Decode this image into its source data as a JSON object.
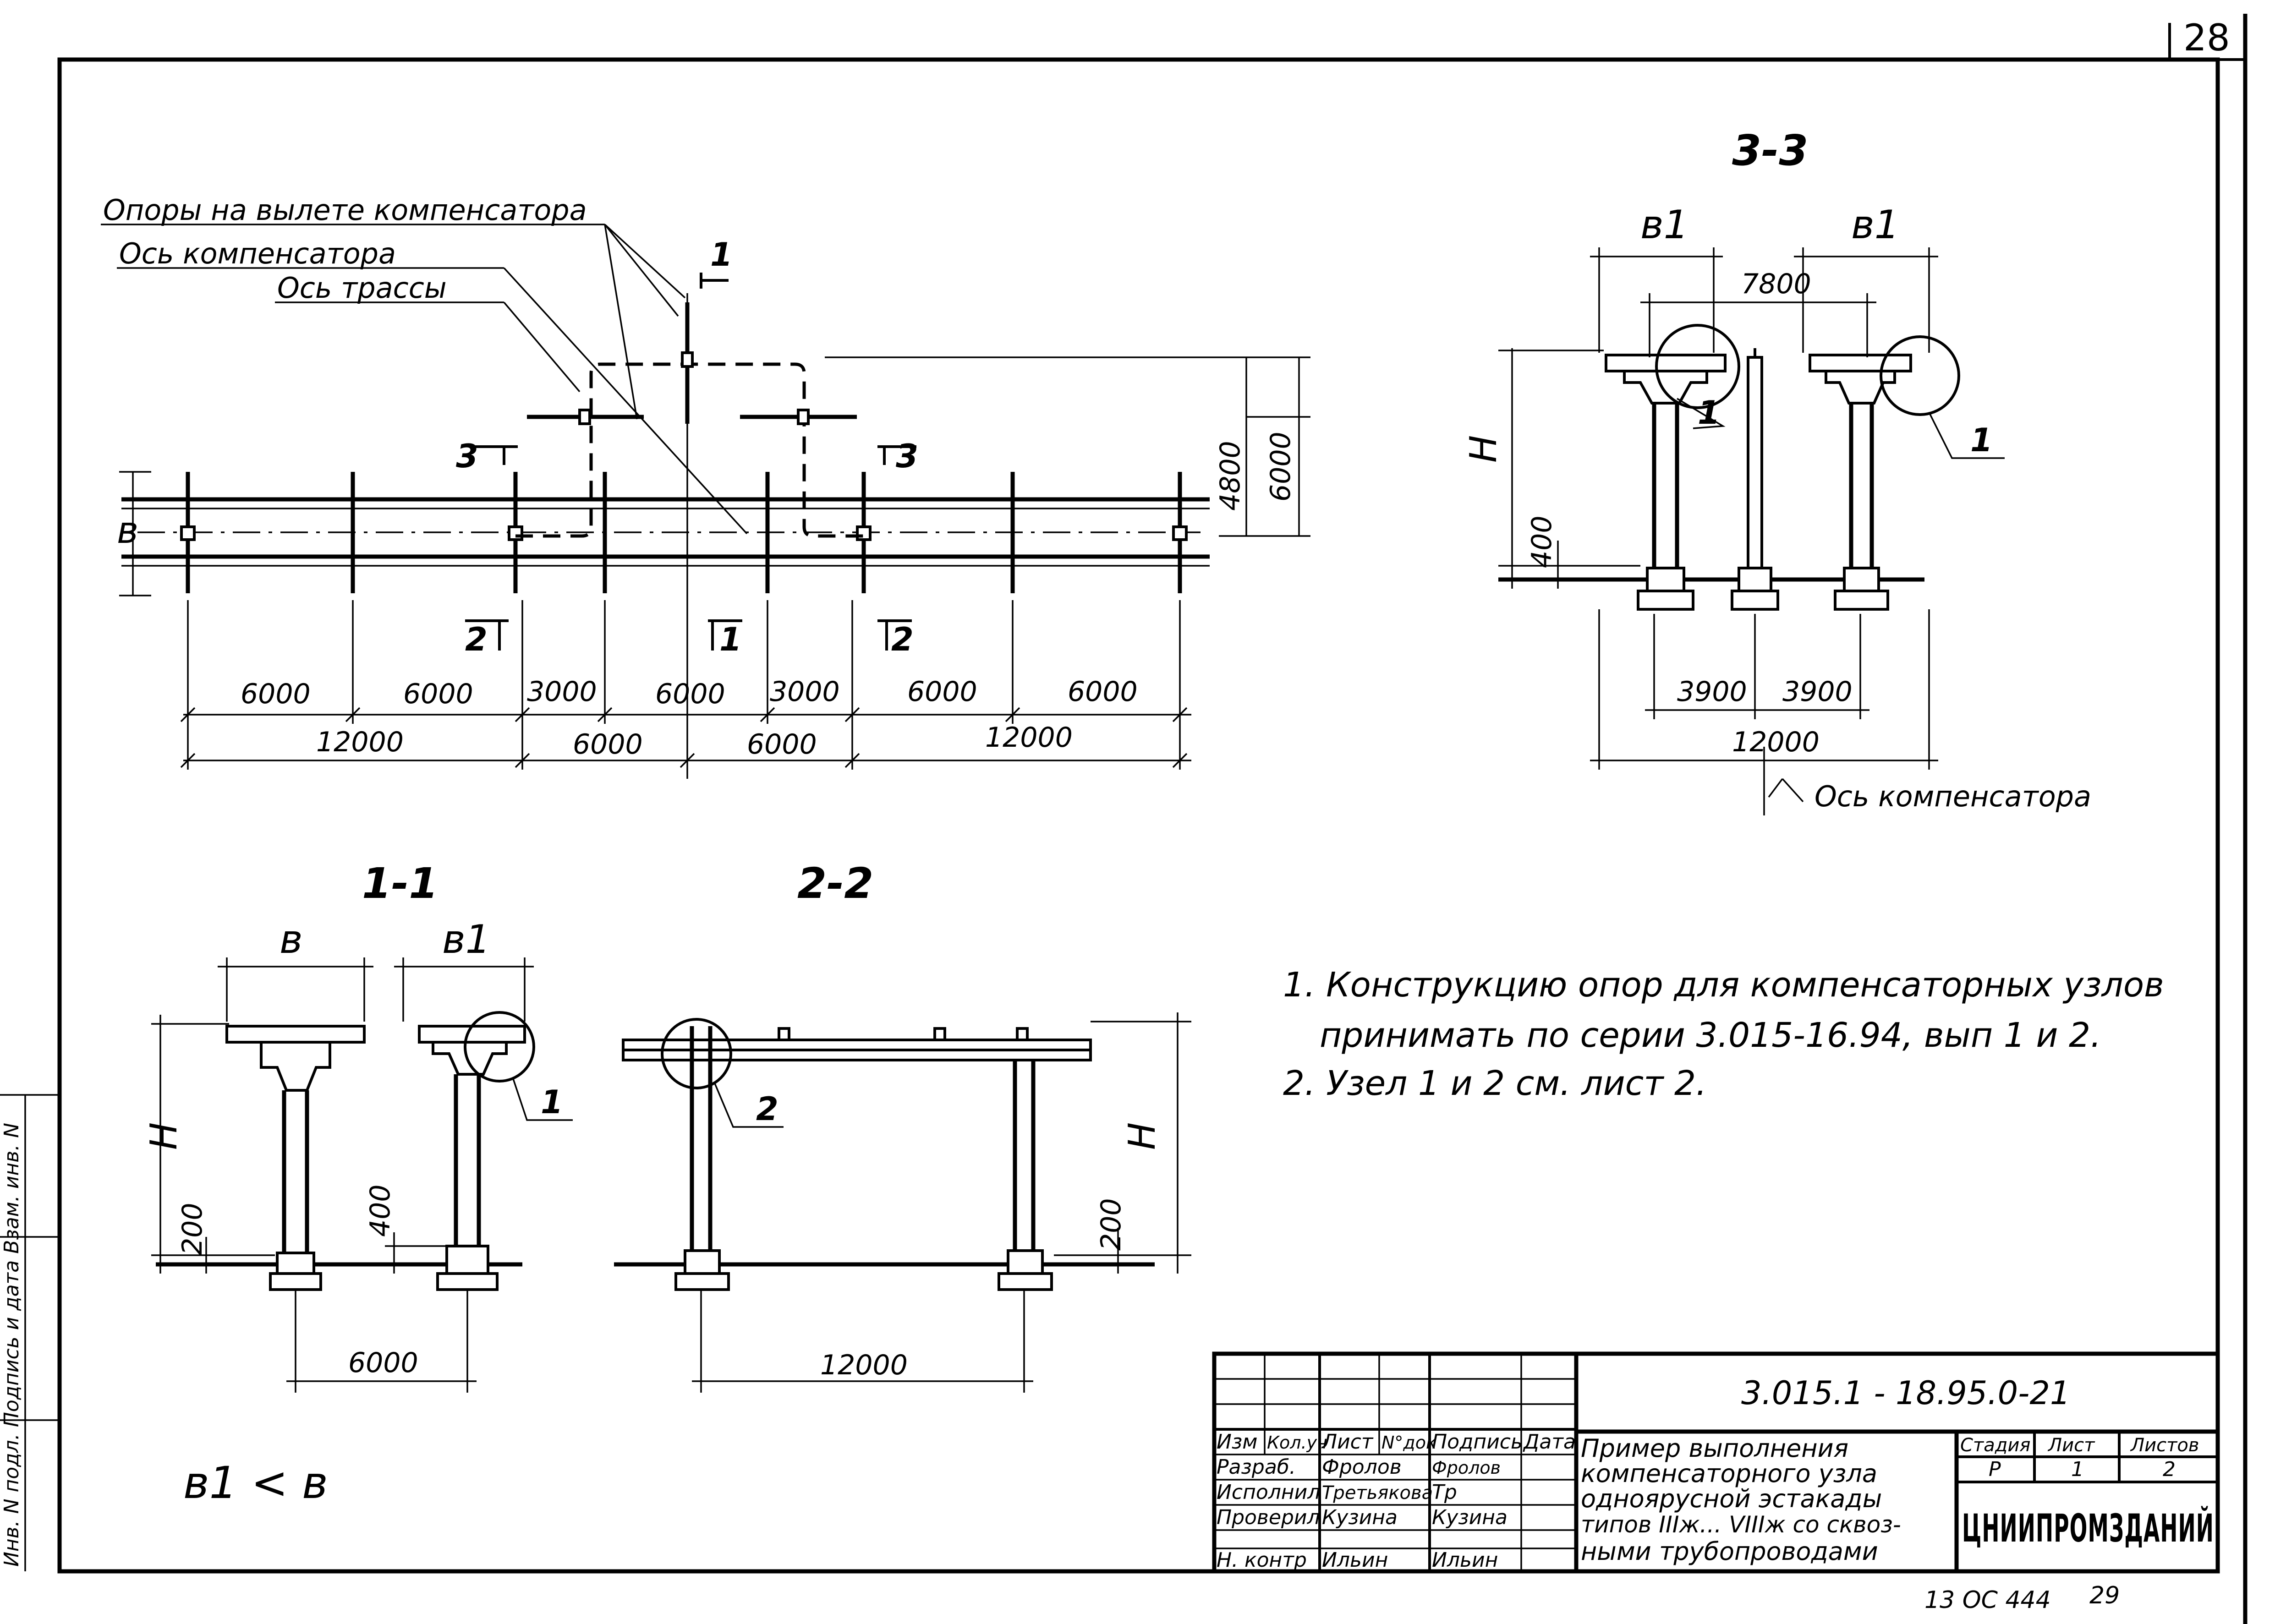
{
  "sheet": {
    "page_number": "28",
    "bottom_code": "13 ОС 444",
    "bottom_page": "29"
  },
  "plan": {
    "leader_supports": "Опоры на вылете компенсатора",
    "leader_comp_axis": "Ось компенсатора",
    "leader_route_axis": "Ось трассы",
    "dim_b": "в",
    "dim_4800": "4800",
    "dim_6000_v": "6000",
    "cut_1": "1",
    "cut_2": "2",
    "cut_3": "3",
    "spans_top": [
      "6000",
      "6000",
      "3000",
      "6000",
      "3000",
      "6000",
      "6000"
    ],
    "spans_bottom": [
      "12000",
      "6000",
      "6000",
      "12000"
    ]
  },
  "section_33": {
    "title": "3-3",
    "b1": "в1",
    "dim_7800": "7800",
    "H": "H",
    "dim_400": "400",
    "dim_3900a": "3900",
    "dim_3900b": "3900",
    "dim_12000": "12000",
    "node_1a": "1",
    "node_1b": "1",
    "axis_label": "Ось компенсатора"
  },
  "section_11": {
    "title": "1-1",
    "b": "в",
    "b1": "в1",
    "H": "H",
    "dim_200": "200",
    "dim_400": "400",
    "dim_6000": "6000",
    "node": "1"
  },
  "section_22": {
    "title": "2-2",
    "H": "H",
    "dim_200": "200",
    "dim_12000": "12000",
    "node": "2"
  },
  "relation": "в1 < в",
  "notes": [
    "1. Конструкцию опор для компенсаторных узлов",
    "принимать по серии 3.015-16.94, вып 1 и 2.",
    "2. Узел 1 и 2 см. лист 2."
  ],
  "title_block": {
    "doc_code": "3.015.1 - 18.95.0-21",
    "header_cols": [
      "Изм",
      "Кол.уч",
      "Лист",
      "N°док",
      "Подпись",
      "Дата"
    ],
    "rows": [
      {
        "role": "Разраб.",
        "name": "Фролов",
        "sign": "Фролов"
      },
      {
        "role": "Исполнил",
        "name": "Третьякова",
        "sign": "Тр"
      },
      {
        "role": "Проверил",
        "name": "Кузина",
        "sign": "Кузина"
      },
      {
        "role": "Н. контр",
        "name": "Ильин",
        "sign": "Ильин"
      }
    ],
    "title_lines": [
      "Пример выполнения",
      "компенсаторного узла",
      "одноярусной эстакады",
      "типов IIIж... VIIIж со сквоз-",
      "ными трубопроводами"
    ],
    "stage_label": "Стадия",
    "sheet_label": "Лист",
    "sheets_label": "Листов",
    "stage": "Р",
    "sheet": "1",
    "sheets": "2",
    "org": "ЦНИИПРОМЗДАНИЙ"
  },
  "side_stamp": "Инв. N подл.   Подпись и дата   Взам. инв. N"
}
